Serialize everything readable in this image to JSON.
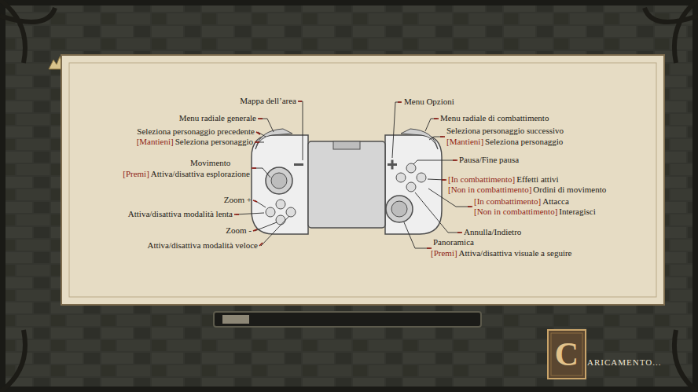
{
  "diagram": {
    "labels": [
      "Mappa dell’area",
      "Menu radiale generale",
      "Seleziona personaggio precedente",
      "[Mantieni]",
      "Seleziona personaggio",
      "Movimento",
      "[Premi]",
      "Attiva/disattiva esplorazione",
      "Zoom +",
      "Attiva/disattiva modalità lenta",
      "Zoom -",
      "Attiva/disattiva modalità veloce",
      "Menu Opzioni",
      "Menu radiale di combattimento",
      "Seleziona personaggio successivo",
      "[Mantieni]",
      "Seleziona personaggio",
      "Pausa/Fine pausa",
      "[In combattimento]",
      "Effetti attivi",
      "[Non in combattimento]",
      "Ordini di movimento",
      "[In combattimento]",
      "Attacca",
      "[Non in combattimento]",
      "Interagisci",
      "Annulla/Indietro",
      "Panoramica",
      "[Premi]",
      "Attiva/disattiva visuale a seguire",
      "C",
      "ARICAMENTO..."
    ]
  }
}
